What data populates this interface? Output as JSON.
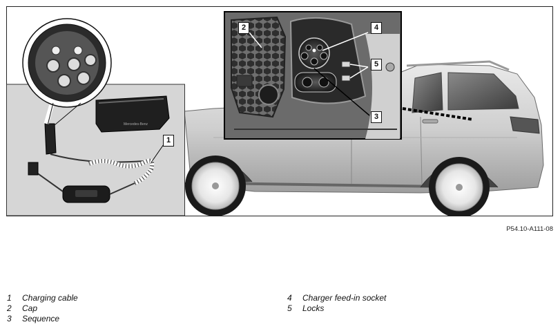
{
  "figure": {
    "code": "P54.10-A111-08",
    "callouts": {
      "c1": "1",
      "c2": "2",
      "c3": "3",
      "c4": "4",
      "c5": "5"
    }
  },
  "legend": {
    "left": [
      {
        "num": "1",
        "label": "Charging cable"
      },
      {
        "num": "2",
        "label": "Cap"
      },
      {
        "num": "3",
        "label": "Sequence"
      }
    ],
    "right": [
      {
        "num": "4",
        "label": "Charger feed-in socket"
      },
      {
        "num": "5",
        "label": "Locks"
      }
    ]
  }
}
